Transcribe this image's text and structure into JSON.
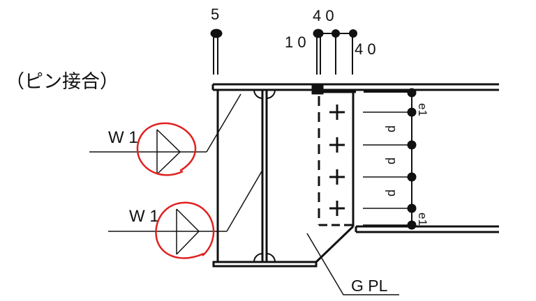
{
  "title": "（ピン接合）",
  "dimensions": {
    "top_left": "5",
    "top_40_a": "4 0",
    "top_10": "1 0",
    "top_40_b": "4 0"
  },
  "pitch_labels": [
    "e1",
    "p",
    "p",
    "p",
    "e1"
  ],
  "welds": [
    {
      "label": "W 1"
    },
    {
      "label": "W 1"
    }
  ],
  "gusset_label": "G PL",
  "colors": {
    "line": "#111111",
    "annotation": "#e02020"
  }
}
